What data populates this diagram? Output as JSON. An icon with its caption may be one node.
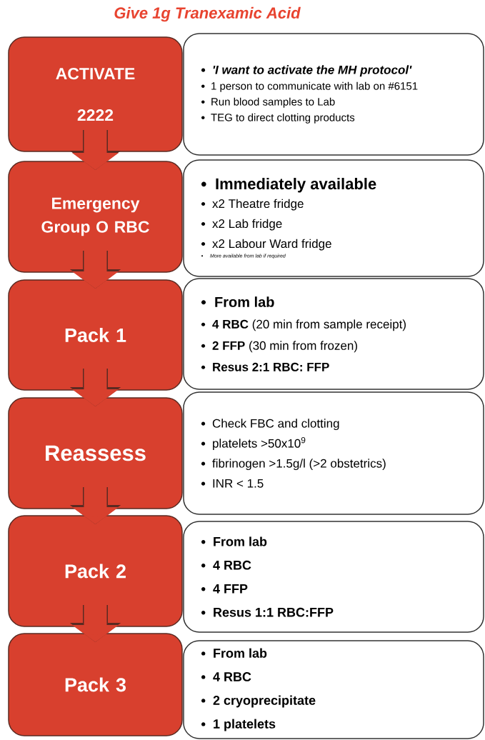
{
  "diagram": {
    "title": "Give 1g Tranexamic Acid",
    "nodes": [
      {
        "text": [
          "ACTIVATE",
          "2222"
        ]
      },
      {
        "text": [
          "'I want to activate the MH protocol'",
          "1 person to communicate with lab on #6151",
          "Run blood samples to Lab",
          "TEG to direct clotting products"
        ]
      },
      {
        "text": [
          "Emergency Group O RBC"
        ]
      },
      {
        "text": [
          "Immediately available",
          "x2 Theatre fridge",
          "x2 Lab fridge",
          "x2 Labour Ward fridge",
          "More available from lab if required"
        ]
      },
      {
        "text": [
          "Pack 1"
        ]
      },
      {
        "text": [
          "From lab",
          "**4 RBC** (20 min from sample receipt)",
          "**2 FFP** (30 min from frozen)",
          "Resus 2:1 RBC: FFP"
        ]
      },
      {
        "text": [
          "Reassess"
        ]
      },
      {
        "text": [
          "Check FBC and clotting",
          "platelets >50x10$^{9}$",
          "fibrinogen >1.5g/l (>2 obstetrics)",
          "INR < 1.5"
        ]
      },
      {
        "text": [
          "Pack 2"
        ]
      },
      {
        "text": [
          "From lab",
          "4 RBC",
          "4 FFP",
          "Resus 1:1 RBC:FFP"
        ]
      },
      {
        "text": [
          "Pack 3"
        ]
      },
      {
        "text": [
          "From lab",
          "4 RBC",
          "2 cryoprecipitate",
          "1 platelets"
        ]
      }
    ],
    "edges": [
      {
        "from": 0,
        "to": 2,
        "arrow": "to"
      },
      {
        "from": 2,
        "to": 4,
        "arrow": "to"
      },
      {
        "from": 4,
        "to": 6,
        "arrow": "to"
      },
      {
        "from": 6,
        "to": 8,
        "arrow": "to"
      },
      {
        "from": 8,
        "to": 10,
        "arrow": "to"
      }
    ]
  }
}
